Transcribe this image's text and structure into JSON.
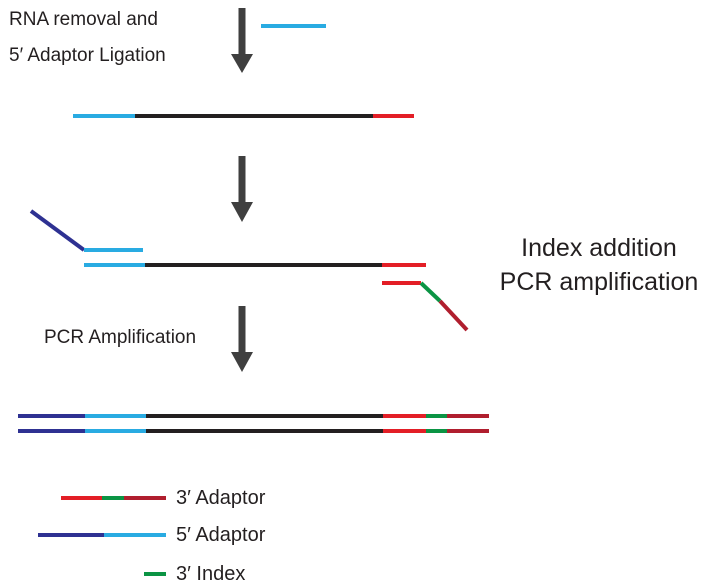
{
  "colors": {
    "five_prime_adaptor_dark": "#2e3192",
    "five_prime_adaptor_light": "#29abe2",
    "insert": "#231f20",
    "three_prime_adaptor_red": "#e31e26",
    "three_prime_adaptor_dark_red": "#b01e2e",
    "index_green": "#0b9444",
    "arrow": "#3f3f3f",
    "text": "#231f20"
  },
  "steps": {
    "step1_line1": "RNA removal and",
    "step1_line2": "5′ Adaptor Ligation",
    "step3": "PCR Amplification"
  },
  "side_note": {
    "line1": "Index addition",
    "line2": "PCR amplification"
  },
  "legend": {
    "three_prime_adaptor": "3′  Adaptor",
    "five_prime_adaptor": "5′  Adaptor",
    "three_prime_index": "3′  Index"
  }
}
